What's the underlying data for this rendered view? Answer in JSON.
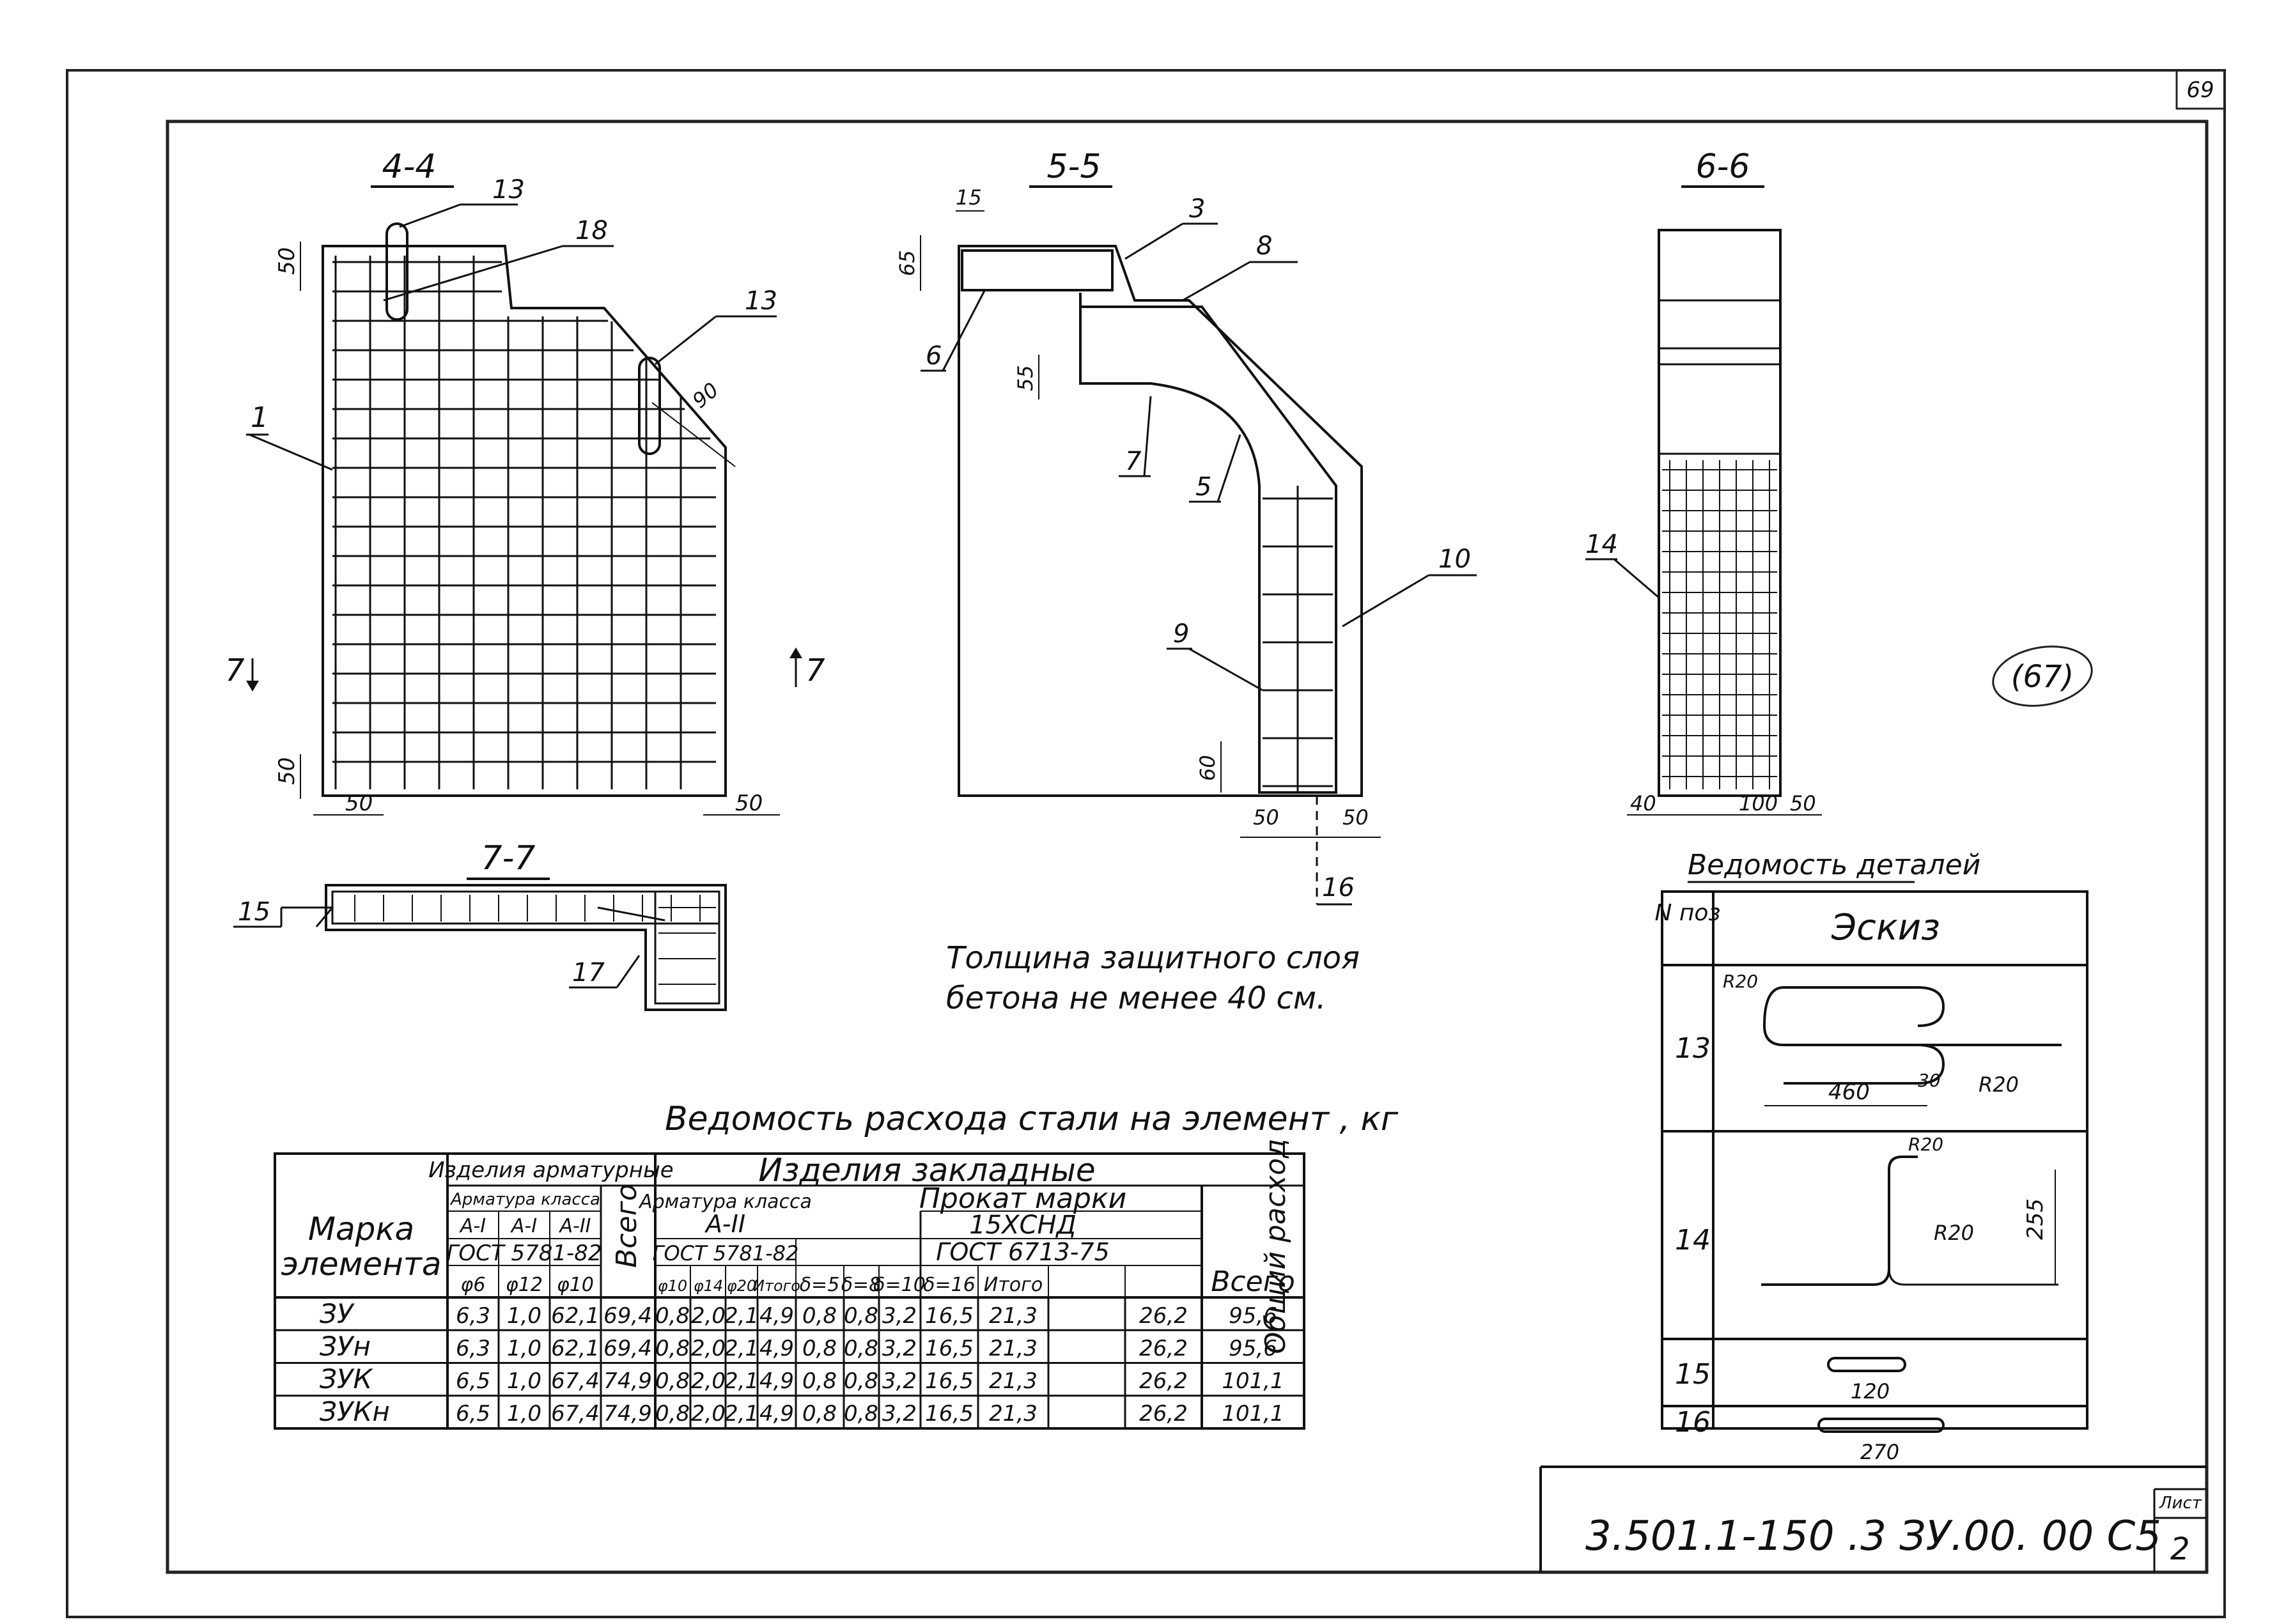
{
  "corner_number": "69",
  "stamp": "(67)",
  "sections": {
    "s44": {
      "title": "4-4",
      "pos_13": "13",
      "pos_18": "18",
      "pos_13b": "13",
      "pos_1": "1",
      "dim_50_top": "50",
      "dim_90": "90",
      "dim_50_bottom": "50",
      "dim_50_left": "50",
      "dim_50_right": "50",
      "cut_left": "7",
      "cut_right": "7"
    },
    "s55": {
      "title": "5-5",
      "pos_3": "3",
      "pos_8": "8",
      "pos_6": "6",
      "pos_7": "7",
      "pos_5": "5",
      "pos_10": "10",
      "pos_9": "9",
      "pos_16": "16",
      "dim_15": "15",
      "dim_65": "65",
      "dim_55": "55",
      "dim_60": "60",
      "dim_50": "50",
      "dim_50b": "50"
    },
    "s66": {
      "title": "6-6",
      "pos_14": "14",
      "dim_40": "40",
      "dim_100": "100",
      "dim_50": "50"
    },
    "s77": {
      "title": "7-7",
      "pos_15": "15",
      "pos_17": "17"
    }
  },
  "note": {
    "line1": "Толщина защитного слоя",
    "line2": "бетона не менее 40 см."
  },
  "steel_table": {
    "title": "Ведомость расхода стали на элемент , кг",
    "h_mark": "Марка элемента",
    "h_armature_items": "Изделия арматурные",
    "h_armature_class": "Арматура класса",
    "h_classes": [
      "А-I",
      "А-I",
      "А-II"
    ],
    "h_gost1": "ГОСТ 5781-82",
    "h_diams1": [
      "φ6",
      "φ12",
      "φ10"
    ],
    "h_total1": "Всего",
    "h_embedded": "Изделия закладные",
    "h_armature_class2": "Арматура класса",
    "h_class2": "А-II",
    "h_gost2": "ГОСТ 5781-82",
    "h_diams2": [
      "φ10",
      "φ14",
      "φ20",
      "Итого"
    ],
    "h_rolled": "Прокат марки",
    "h_steel": "15ХСНД",
    "h_gost3": "ГОСТ 6713-75",
    "h_thick": [
      "δ=5",
      "δ=8",
      "δ=10",
      "δ=16",
      "Итого"
    ],
    "h_total2": "Всего",
    "h_overall": "Общий расход",
    "rows": [
      {
        "mark": "ЗУ",
        "v": [
          "6,3",
          "1,0",
          "62,1",
          "69,4",
          "0,8",
          "2,0",
          "2,1",
          "4,9",
          "0,8",
          "0,8",
          "3,2",
          "16,5",
          "21,3",
          "26,2",
          "95,6"
        ]
      },
      {
        "mark": "ЗУн",
        "v": [
          "6,3",
          "1,0",
          "62,1",
          "69,4",
          "0,8",
          "2,0",
          "2,1",
          "4,9",
          "0,8",
          "0,8",
          "3,2",
          "16,5",
          "21,3",
          "26,2",
          "95,6"
        ]
      },
      {
        "mark": "ЗУК",
        "v": [
          "6,5",
          "1,0",
          "67,4",
          "74,9",
          "0,8",
          "2,0",
          "2,1",
          "4,9",
          "0,8",
          "0,8",
          "3,2",
          "16,5",
          "21,3",
          "26,2",
          "101,1"
        ]
      },
      {
        "mark": "ЗУКн",
        "v": [
          "6,5",
          "1,0",
          "67,4",
          "74,9",
          "0,8",
          "2,0",
          "2,1",
          "4,9",
          "0,8",
          "0,8",
          "3,2",
          "16,5",
          "21,3",
          "26,2",
          "101,1"
        ]
      }
    ]
  },
  "details_table": {
    "title": "Ведомость деталей",
    "h_pos": "N поз",
    "h_sketch": "Эскиз",
    "rows": [
      {
        "pos": "13",
        "labels": [
          "R20",
          "460",
          "30",
          "R20"
        ]
      },
      {
        "pos": "14",
        "labels": [
          "R20",
          "R20",
          "255"
        ]
      },
      {
        "pos": "15",
        "labels": [
          "120"
        ]
      },
      {
        "pos": "16",
        "labels": [
          "270"
        ]
      }
    ]
  },
  "title_block": {
    "code": "3.501.1-150 .3 ЗУ.00. 00 С5",
    "sheet_label": "Лист",
    "sheet_no": "2"
  }
}
